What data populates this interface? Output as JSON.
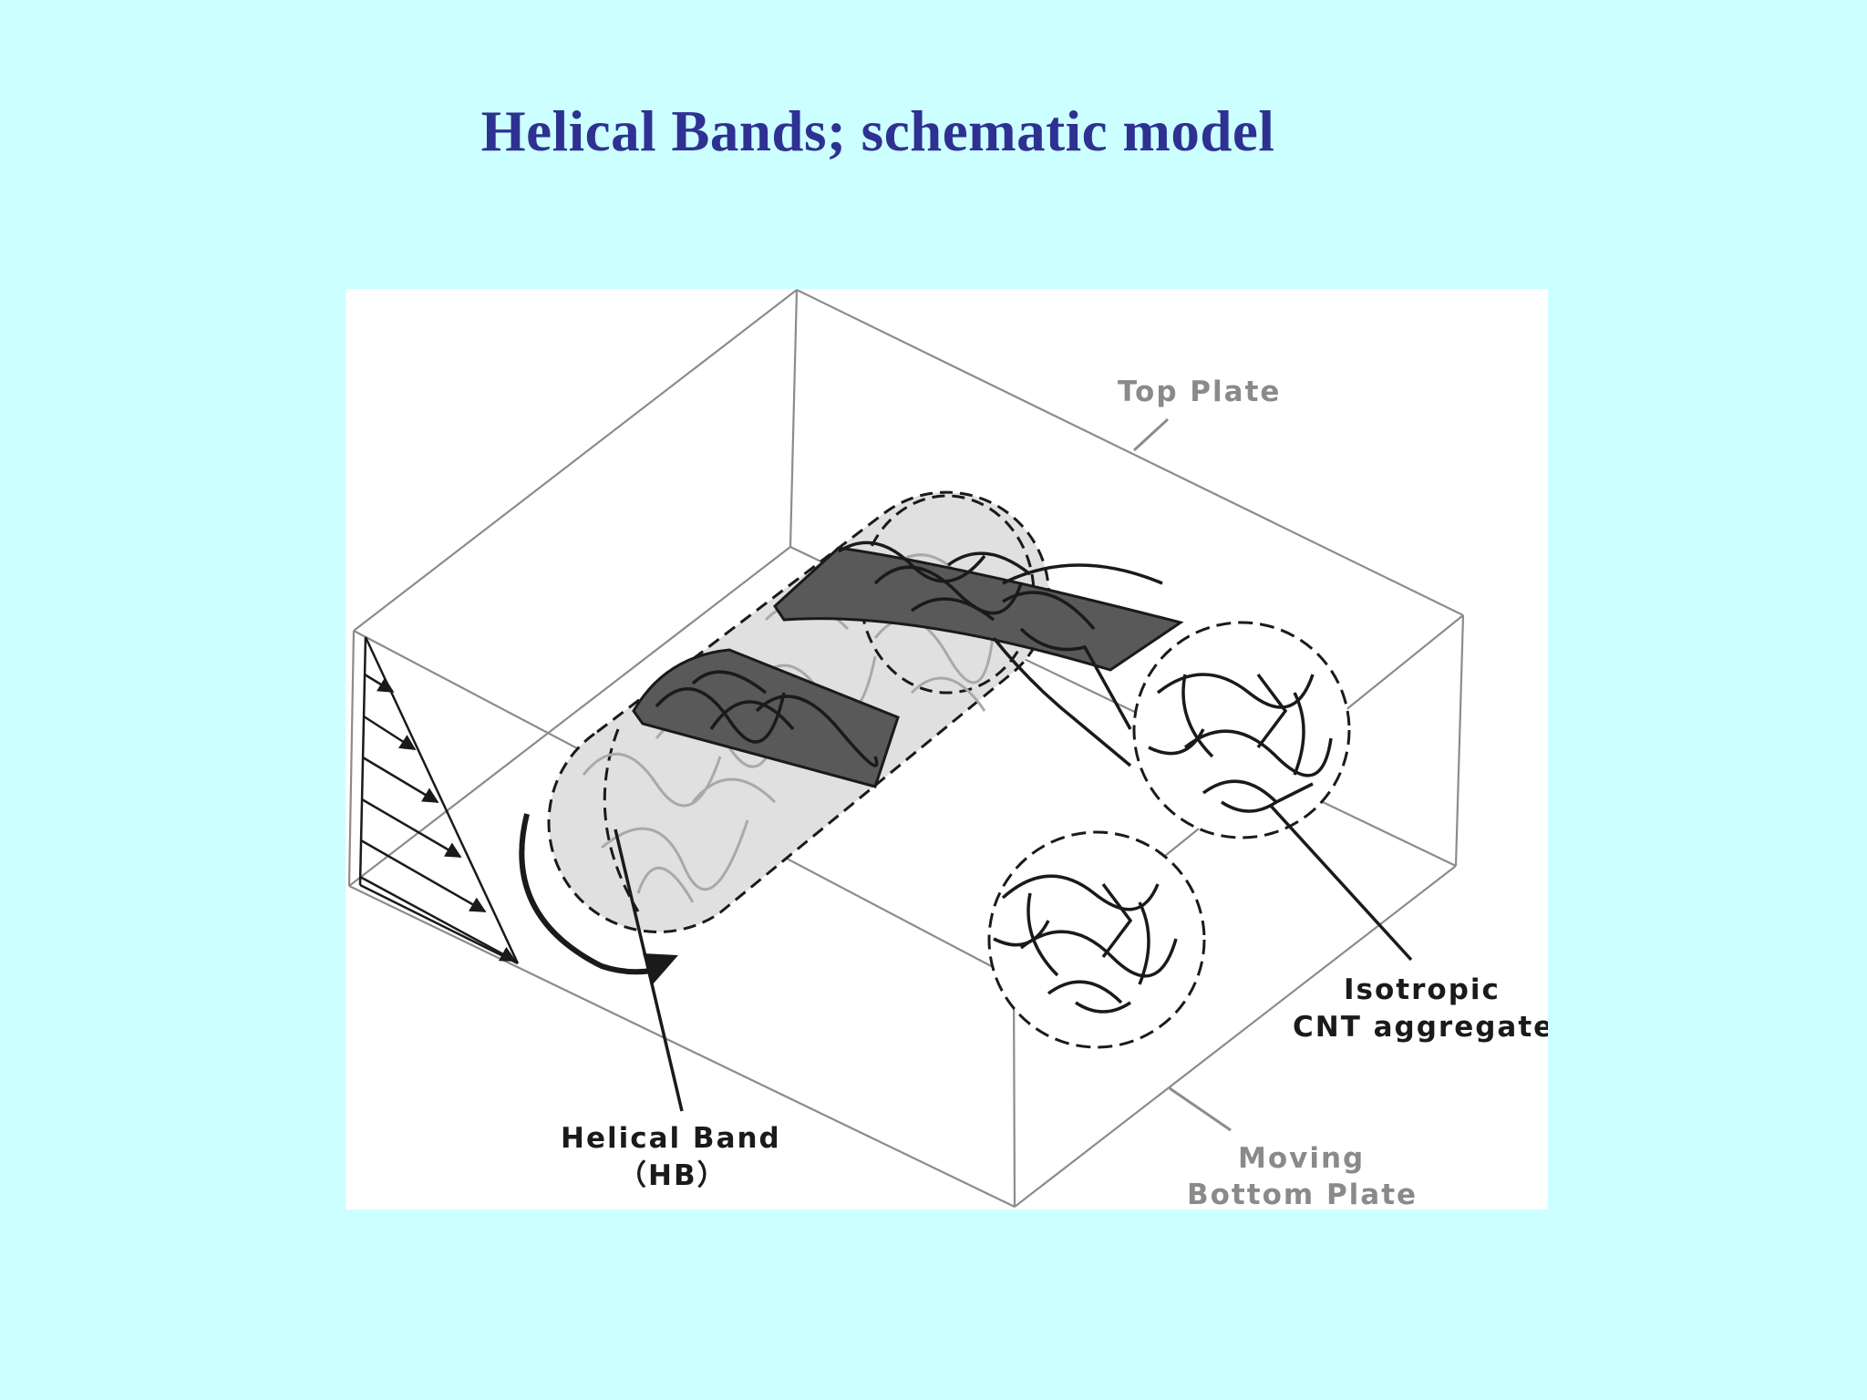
{
  "title": "Helical Bands; schematic model",
  "labels": {
    "top_plate": "Top Plate",
    "isotropic_line1": "Isotropic",
    "isotropic_line2": "CNT aggregate",
    "helical_line1": "Helical Band",
    "helical_line2": "（HB）",
    "moving_line1": "Moving",
    "moving_line2": "Bottom Plate"
  },
  "colors": {
    "background": "#ccffff",
    "title": "#2e3192",
    "band": "#595959",
    "cylinder": "#e0e0e0"
  }
}
